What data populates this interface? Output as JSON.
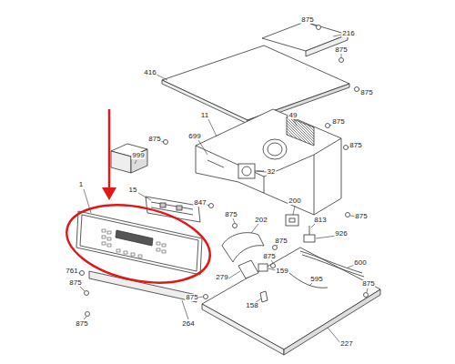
{
  "diagram": {
    "labels": [
      "875",
      "216",
      "875",
      "416",
      "875",
      "11",
      "49",
      "875",
      "875",
      "699",
      "875",
      "32",
      "999",
      "15",
      "847",
      "1",
      "875",
      "875",
      "200",
      "202",
      "813",
      "875",
      "926",
      "875",
      "159",
      "600",
      "761",
      "875",
      "875",
      "595",
      "875",
      "279",
      "264",
      "158",
      "875",
      "227"
    ]
  }
}
